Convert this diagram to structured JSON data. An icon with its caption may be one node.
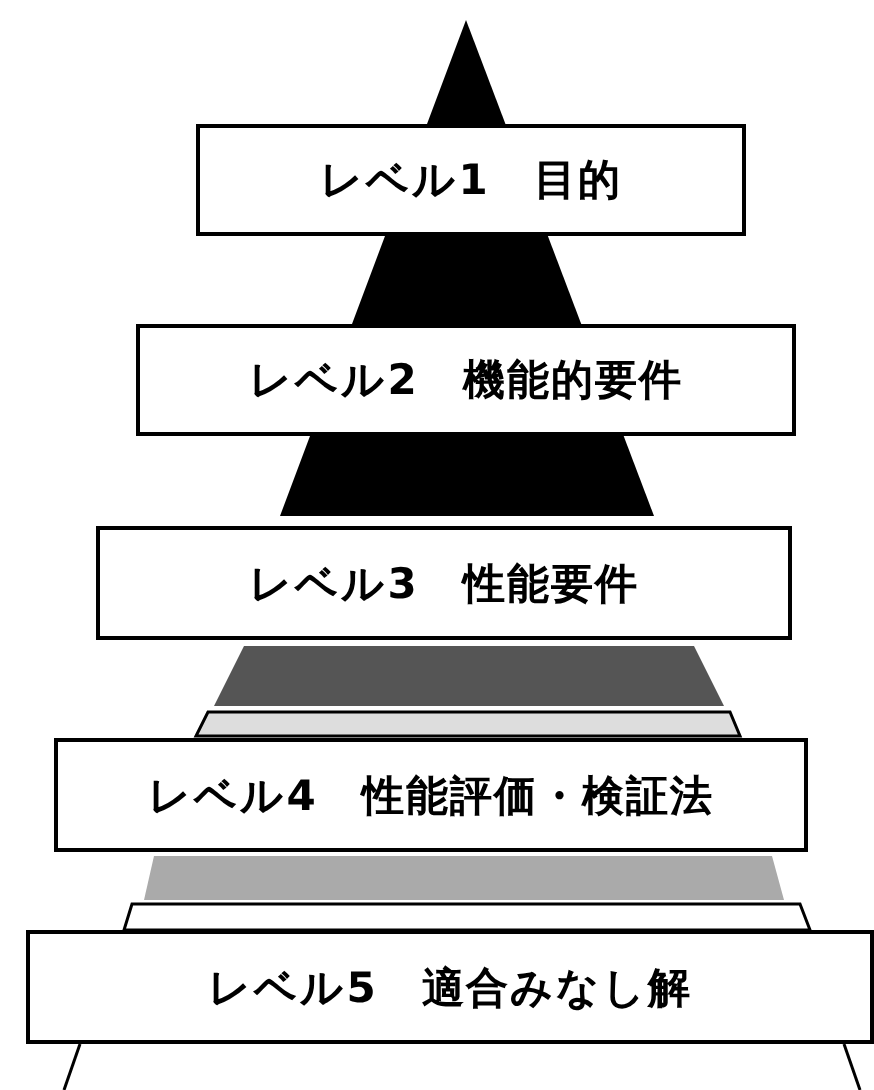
{
  "diagram": {
    "nodes": [
      {
        "text": [
          "レベル1　目的"
        ]
      },
      {
        "text": [
          "レベル2　機能的要件"
        ]
      },
      {
        "text": [
          "レベル3　性能要件"
        ]
      },
      {
        "text": [
          "レベル4　性能評価・検証法"
        ]
      },
      {
        "text": [
          "レベル5　適合みなし解"
        ]
      }
    ]
  }
}
